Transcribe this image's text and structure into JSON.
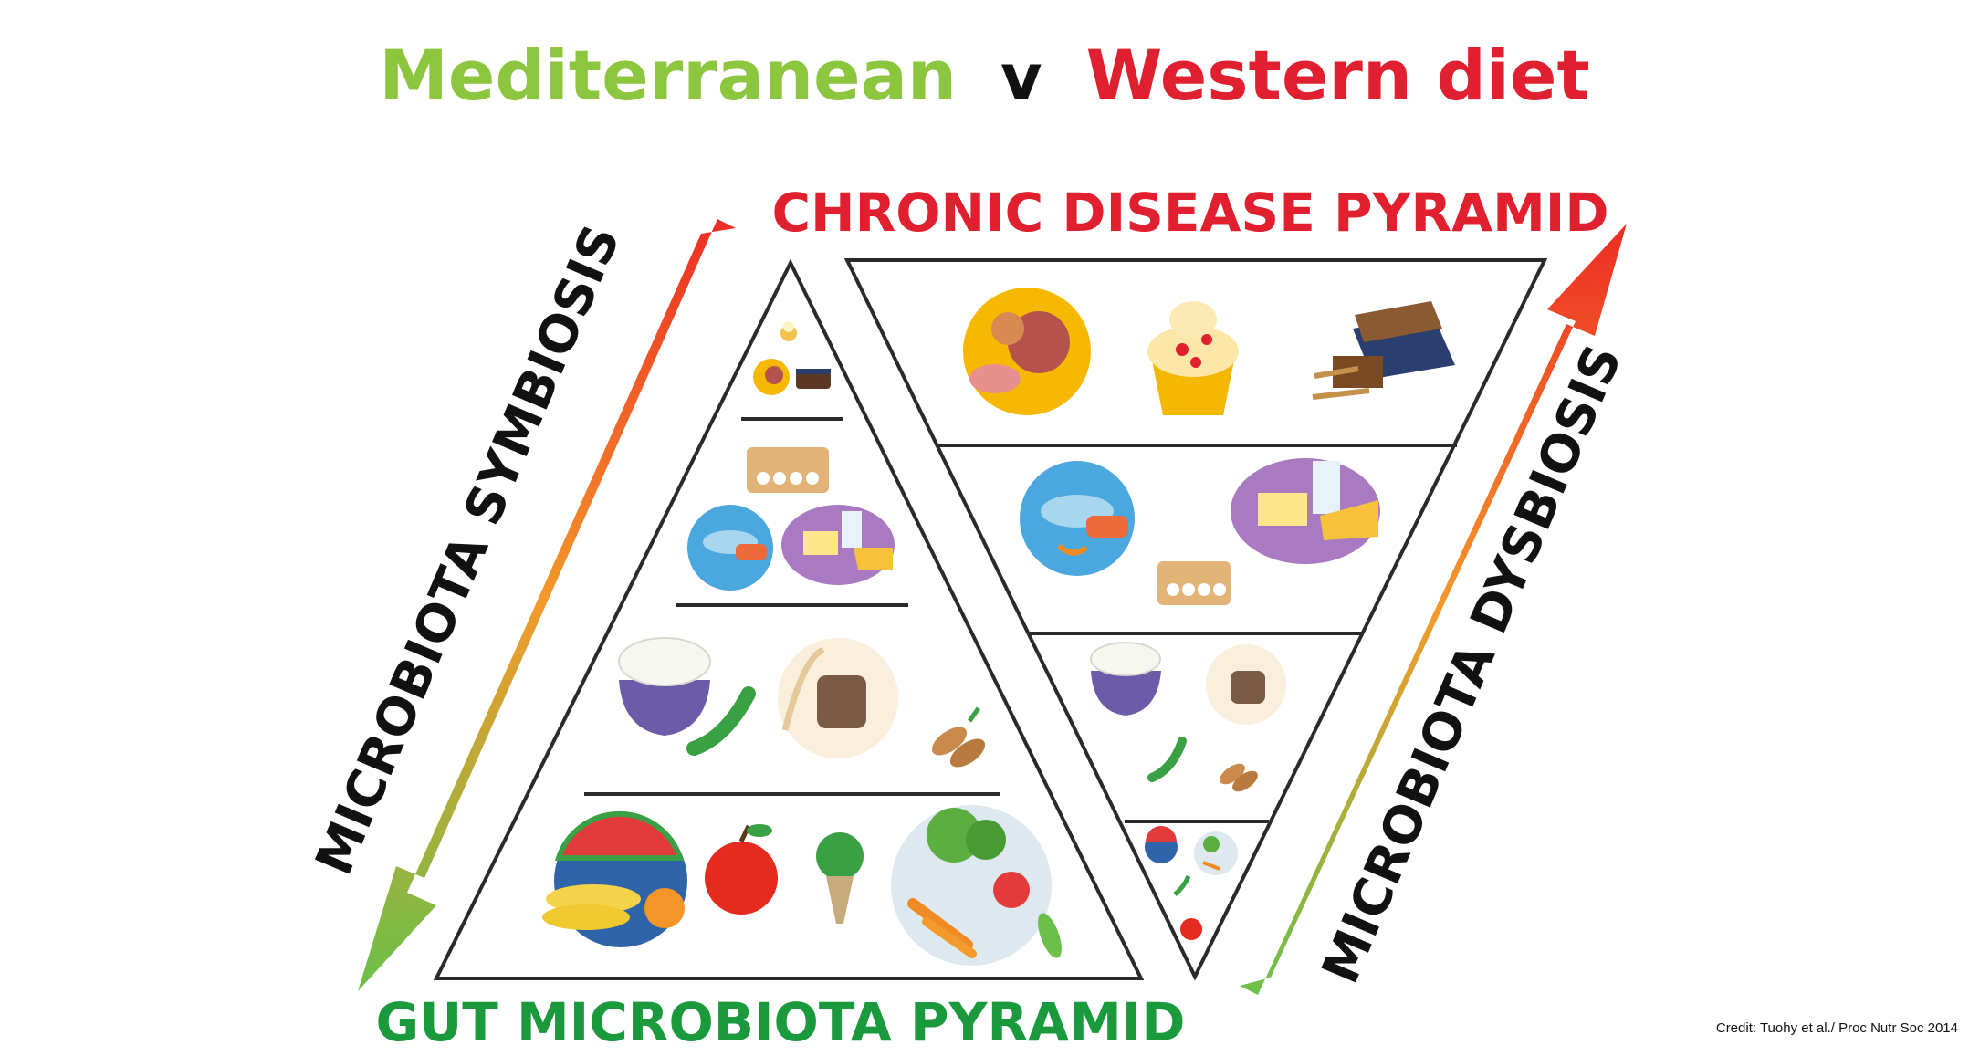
{
  "title": {
    "left": "Mediterranean",
    "middle": "v",
    "right": "Western diet"
  },
  "labels": {
    "chronic_pyramid": "CHRONIC DISEASE PYRAMID",
    "gut_pyramid": "GUT MICROBIOTA PYRAMID",
    "symbiosis": "MICROBIOTA SYMBIOSIS",
    "dysbiosis": "MICROBIOTA DYSBIOSIS"
  },
  "credit": "Credit: Tuohy et al./ Proc Nutr Soc 2014",
  "colors": {
    "mediterranean_green": "#8cc63f",
    "western_red": "#e02030",
    "gut_label_green": "#1a9a3c",
    "chronic_label_red": "#e0202e",
    "arrow_green": "#6cc04a",
    "arrow_orange": "#f39a2b",
    "arrow_red": "#ee2d24"
  },
  "food_icons": {
    "mediterranean_pyramid": [
      [
        "ice-cream-icon",
        "meat-icon",
        "cake-icon"
      ],
      [
        "eggs-icon",
        "fish-icon",
        "dairy-icon"
      ],
      [
        "rice-bowl-icon",
        "peas-icon",
        "bread-icon",
        "root-vegetables-icon"
      ],
      [
        "fruit-bowl-icon",
        "apple-icon",
        "carrot-icon",
        "salad-plate-icon"
      ]
    ],
    "western_pyramid": [
      [
        "meat-icon",
        "cupcake-icon",
        "cake-icon"
      ],
      [
        "fish-icon",
        "dairy-icon",
        "eggs-icon"
      ],
      [
        "rice-bowl-icon",
        "bread-icon",
        "peas-icon",
        "root-vegetables-icon"
      ],
      [
        "fruit-bowl-icon",
        "salad-plate-icon",
        "apple-icon"
      ]
    ]
  }
}
